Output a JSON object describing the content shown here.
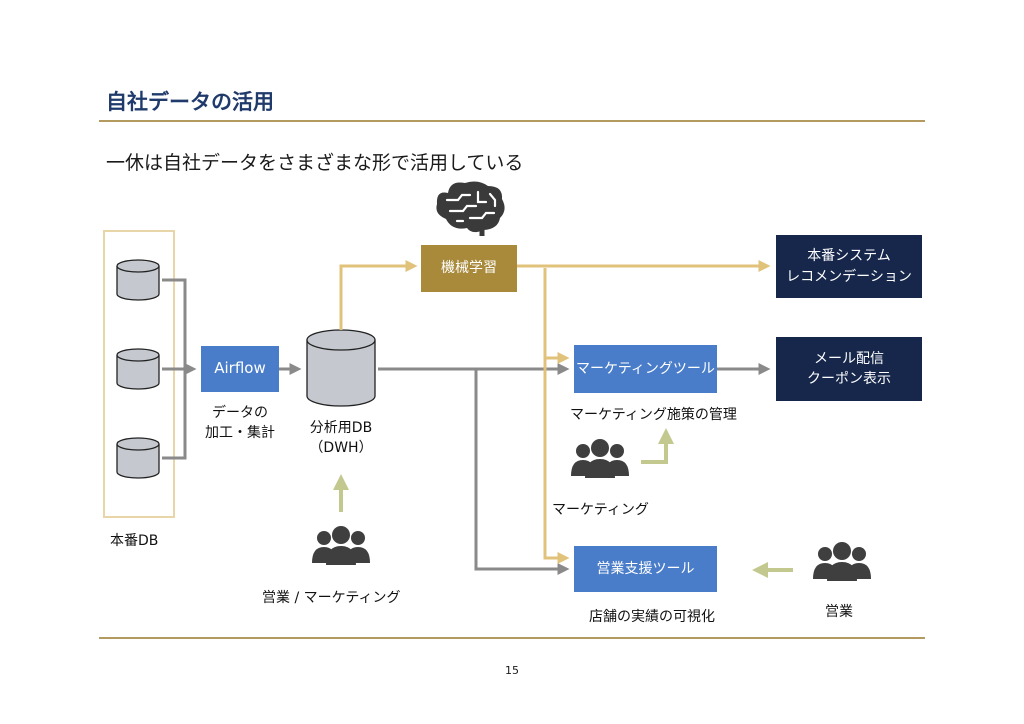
{
  "slide": {
    "title": "自社データの活用",
    "subtitle": "一休は自社データをさまざまな形で活用している",
    "page_number": "15"
  },
  "nodes": {
    "ml": "機械学習",
    "airflow": "Airflow",
    "prod_system_line1": "本番システム",
    "prod_system_line2": "レコメンデーション",
    "marketing_tool": "マーケティングツール",
    "mail_line1": "メール配信",
    "mail_line2": "クーポン表示",
    "sales_tool": "営業支援ツール"
  },
  "labels": {
    "prod_db": "本番DB",
    "processing_line1": "データの",
    "processing_line2": "加工・集計",
    "dwh_line1": "分析用DB",
    "dwh_line2": "（DWH）",
    "marketing_mgmt": "マーケティング施策の管理",
    "marketing_team": "マーケティング",
    "sales_marketing_team": "営業 / マーケティング",
    "store_visualization": "店舗の実績の可視化",
    "sales_team": "営業"
  },
  "icons": {
    "brain": "brain-icon",
    "database": "database-icon",
    "people": "people-group-icon"
  },
  "colors": {
    "title": "#1f3a6b",
    "gold": "#a88a3a",
    "rule": "#b39a5e",
    "blue": "#4a7dc9",
    "navy": "#16274b",
    "gray_arrow": "#8a8a8a",
    "gold_arrow": "#e0c27a",
    "green_arrow": "#c3c98e",
    "db_fill": "#c5c9cf",
    "people": "#3f3f3f"
  }
}
